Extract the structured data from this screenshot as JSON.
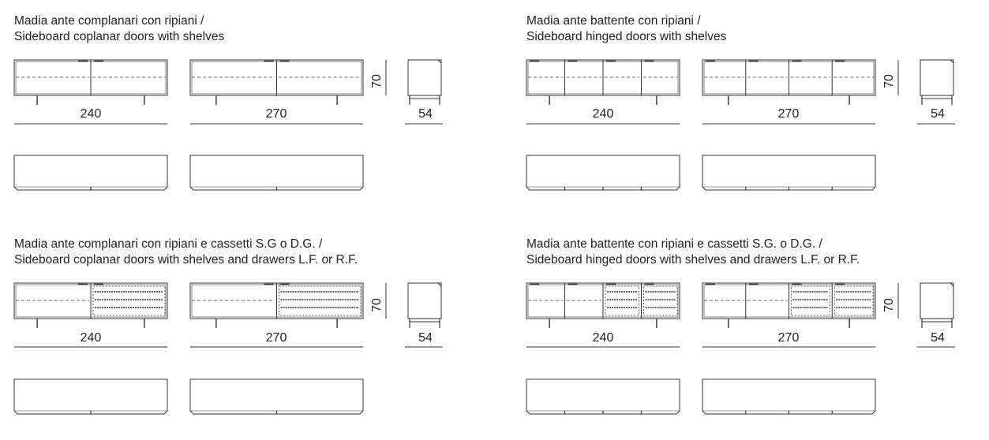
{
  "panels": [
    {
      "title_it": "Madia ante complanari con ripiani /",
      "title_en": "Sideboard coplanar doors with shelves",
      "width_a": "240",
      "width_b": "270",
      "height": "70",
      "depth": "54"
    },
    {
      "title_it": "Madia ante battente con ripiani /",
      "title_en": "Sideboard hinged doors with shelves",
      "width_a": "240",
      "width_b": "270",
      "height": "70",
      "depth": "54"
    },
    {
      "title_it": "Madia ante complanari con ripiani e cassetti S.G o D.G. /",
      "title_en": "Sideboard coplanar doors with shelves and drawers L.F. or R.F.",
      "width_a": "240",
      "width_b": "270",
      "height": "70",
      "depth": "54"
    },
    {
      "title_it": "Madia ante battente con ripiani e cassetti S.G. o D.G. /",
      "title_en": "Sideboard hinged doors with shelves and drawers L.F. or R.F.",
      "width_a": "240",
      "width_b": "270",
      "height": "70",
      "depth": "54"
    }
  ],
  "colors": {
    "line": "#333333",
    "text": "#222222",
    "background": "#ffffff"
  }
}
